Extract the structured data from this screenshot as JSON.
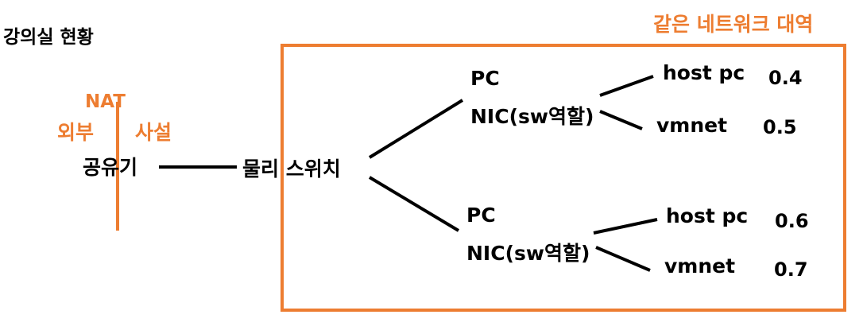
{
  "title": "강의실 현황",
  "network_band_label": "같은 네트워크 대역",
  "router": {
    "nat_label": "NAT",
    "outside_label": "외부",
    "private_label": "사설",
    "name": "공유기"
  },
  "physical_switch": "물리 스위치",
  "pcs": [
    {
      "pc_label": "PC",
      "nic_label": "NIC(sw역할)",
      "hosts": [
        {
          "name": "host pc",
          "ip": "0.4"
        },
        {
          "name": "vmnet",
          "ip": "0.5"
        }
      ]
    },
    {
      "pc_label": "PC",
      "nic_label": "NIC(sw역할)",
      "hosts": [
        {
          "name": "host pc",
          "ip": "0.6"
        },
        {
          "name": "vmnet",
          "ip": "0.7"
        }
      ]
    }
  ],
  "colors": {
    "accent": "#ed7d31",
    "ink": "#000000"
  }
}
